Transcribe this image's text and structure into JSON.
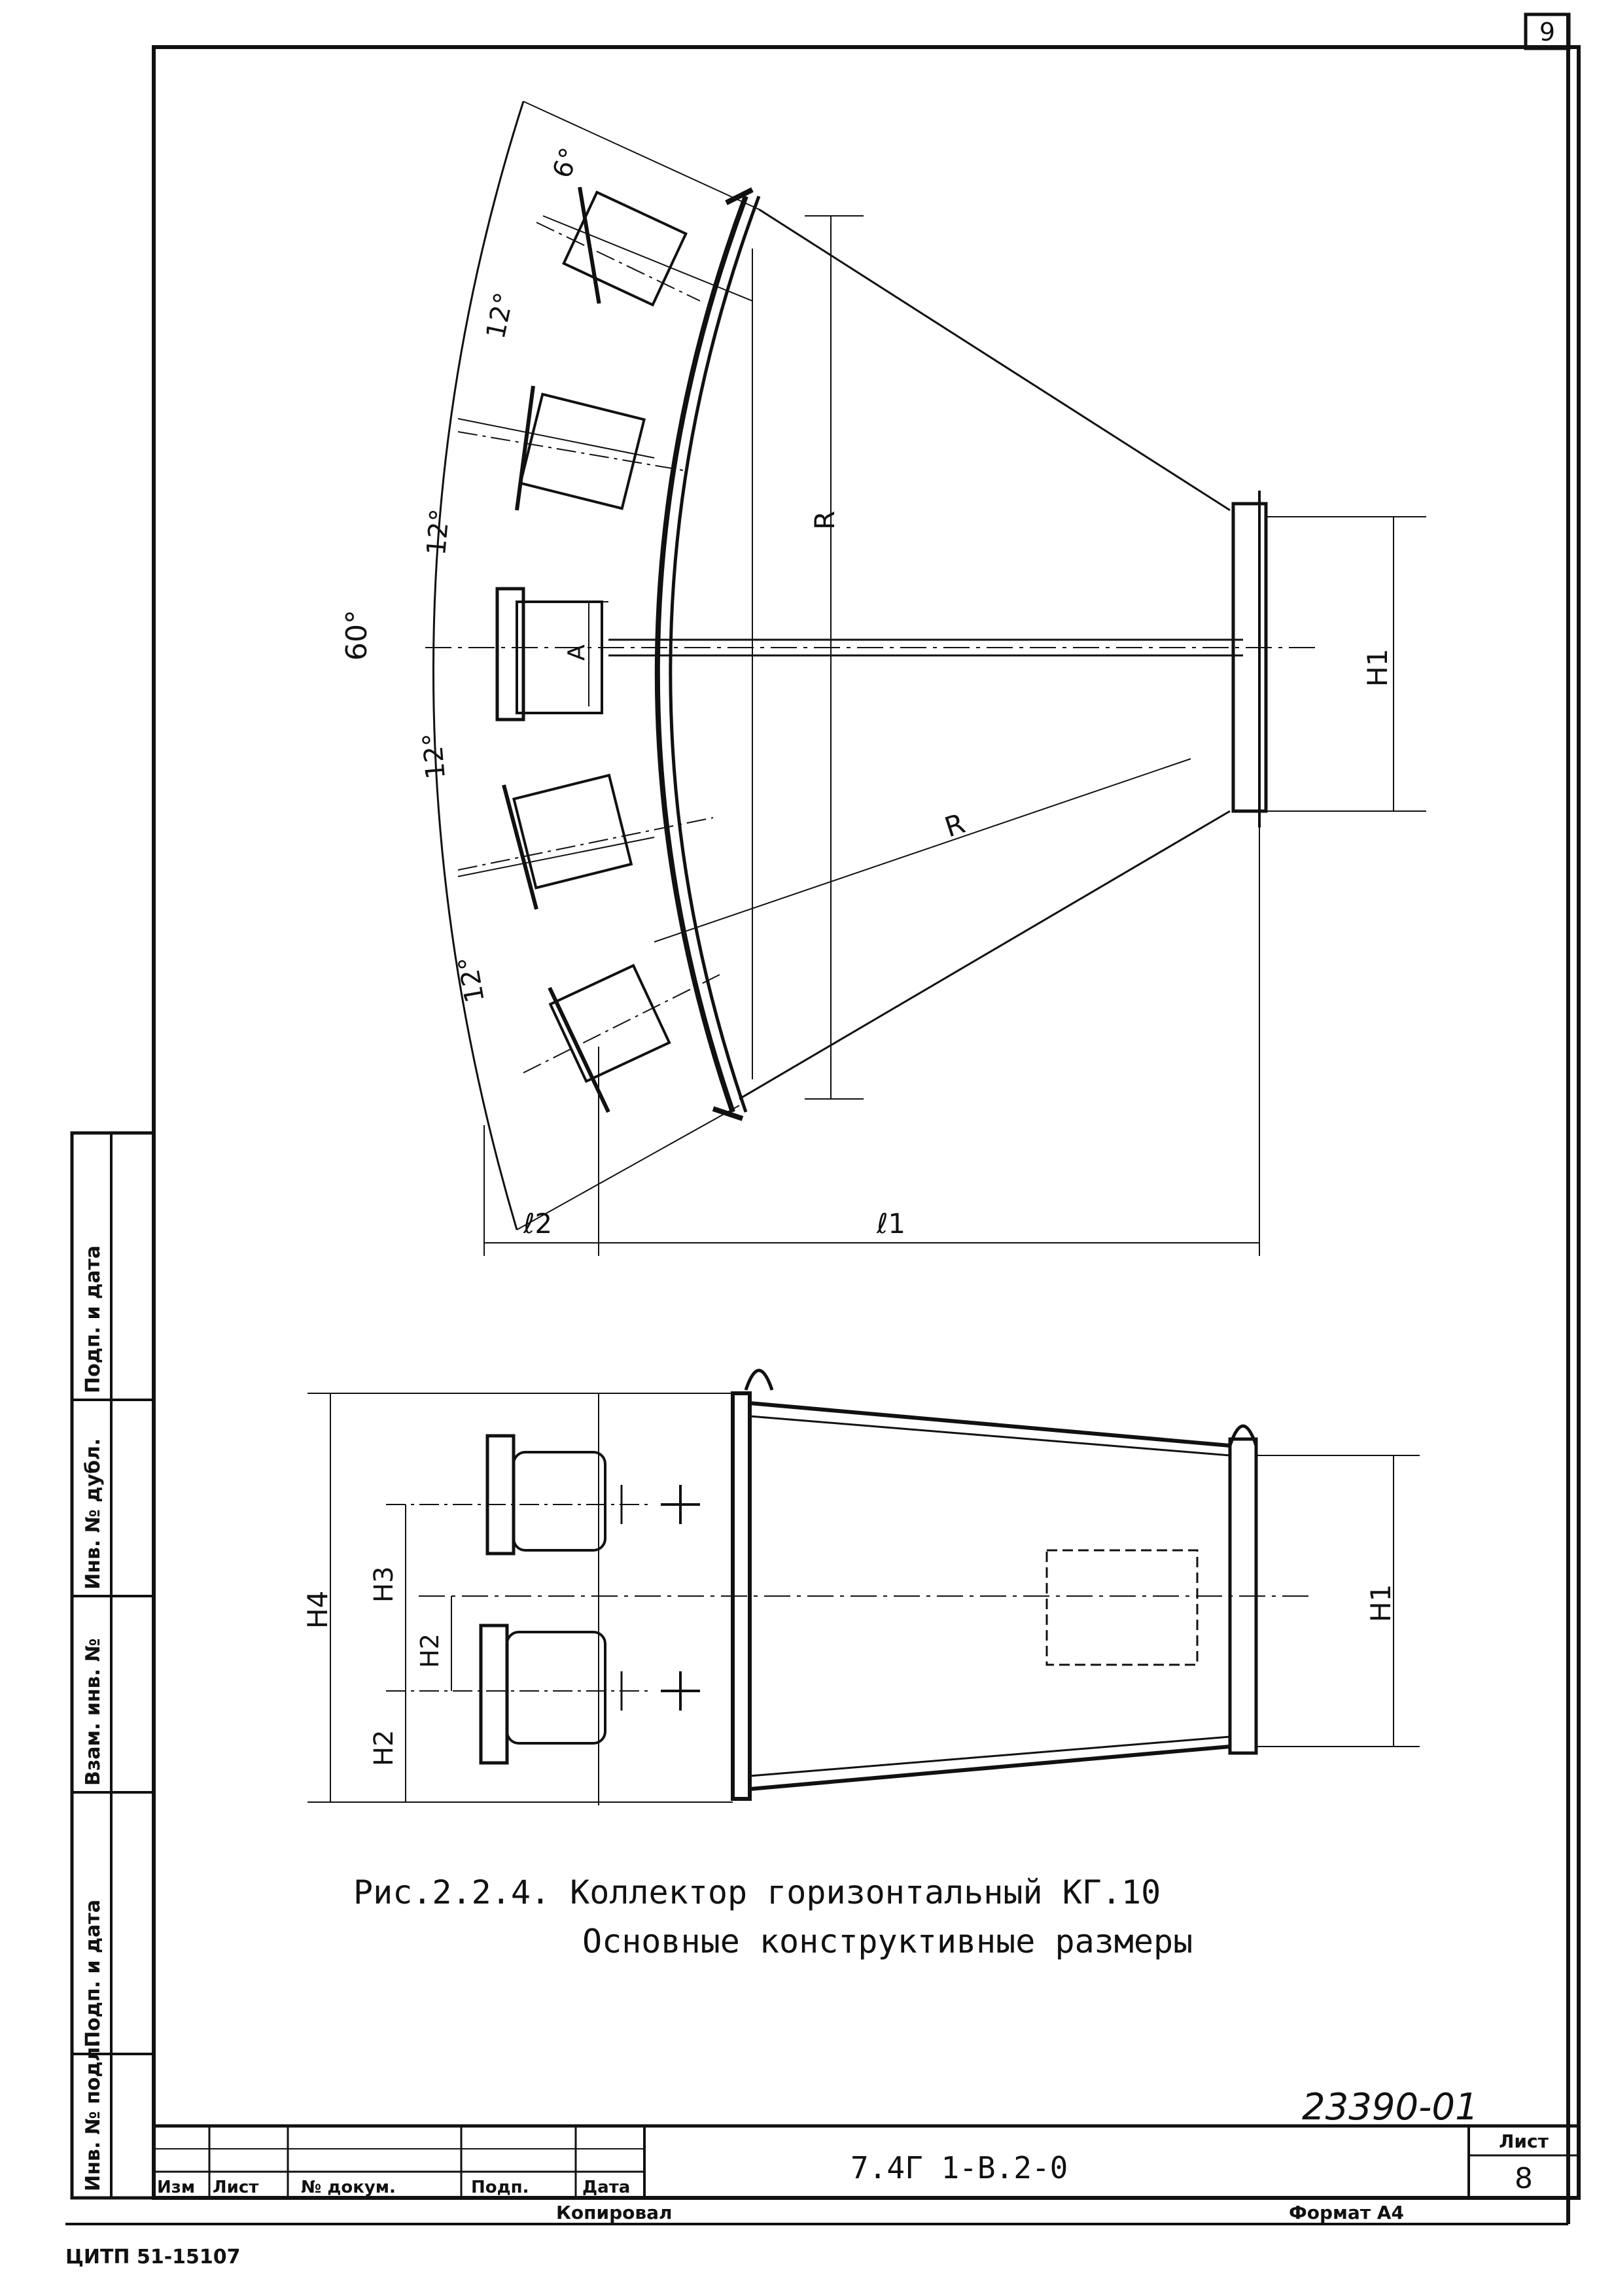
{
  "sheet_number_top": "9",
  "top_drawing": {
    "angle_total": "60°",
    "angles": [
      "6°",
      "12°",
      "12°",
      "12°",
      "12°"
    ],
    "radius_label": "R",
    "radius_label_2": "R",
    "dim_h1": "H1",
    "dim_a": "A",
    "dim_l1": "ℓ1",
    "dim_l2": "ℓ2"
  },
  "bottom_drawing": {
    "dim_h4": "H4",
    "dim_h3": "H3",
    "dim_h2_top": "H2",
    "dim_h2": "H2",
    "dim_h1": "H1"
  },
  "caption": {
    "line1": "Рис.2.2.4. Коллектор горизонтальный КГ.10",
    "line2": "Основные конструктивные размеры"
  },
  "stamp": {
    "doc_number_handwritten": "23390-01",
    "designation": "7.4Г 1-В.2-0",
    "sheet_label": "Лист",
    "sheet_number": "8",
    "columns": [
      "Изм",
      "Лист",
      "№ докум.",
      "Подп.",
      "Дата"
    ],
    "copied_label": "Копировал",
    "format_label": "Формат А4"
  },
  "side_stamp": {
    "fields": [
      "Инв. № подл.",
      "Подп. и дата",
      "Взам. инв. №",
      "Инв. № дубл.",
      "Подп. и дата"
    ]
  },
  "bottom_code": "ЦИТП 51-15107"
}
